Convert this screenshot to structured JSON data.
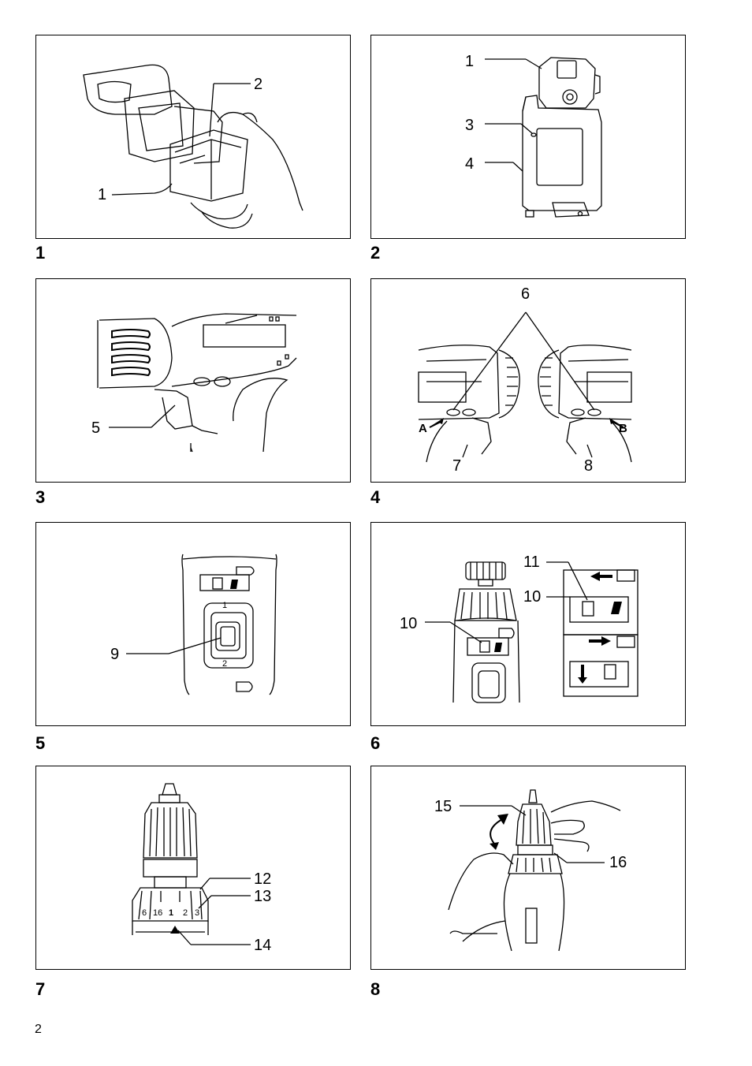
{
  "page_number": "2",
  "figures": [
    {
      "number": "1",
      "callouts": [
        "1",
        "2"
      ]
    },
    {
      "number": "2",
      "callouts": [
        "1",
        "3",
        "4"
      ]
    },
    {
      "number": "3",
      "callouts": [
        "5"
      ]
    },
    {
      "number": "4",
      "callouts": [
        "6",
        "7",
        "8",
        "A",
        "B"
      ]
    },
    {
      "number": "5",
      "callouts": [
        "9",
        "1",
        "2"
      ]
    },
    {
      "number": "6",
      "callouts": [
        "11",
        "10",
        "10"
      ]
    },
    {
      "number": "7",
      "callouts": [
        "12",
        "13",
        "14"
      ],
      "ring_labels": [
        "6",
        "16",
        "1",
        "2",
        "3"
      ]
    },
    {
      "number": "8",
      "callouts": [
        "15",
        "16"
      ]
    }
  ]
}
